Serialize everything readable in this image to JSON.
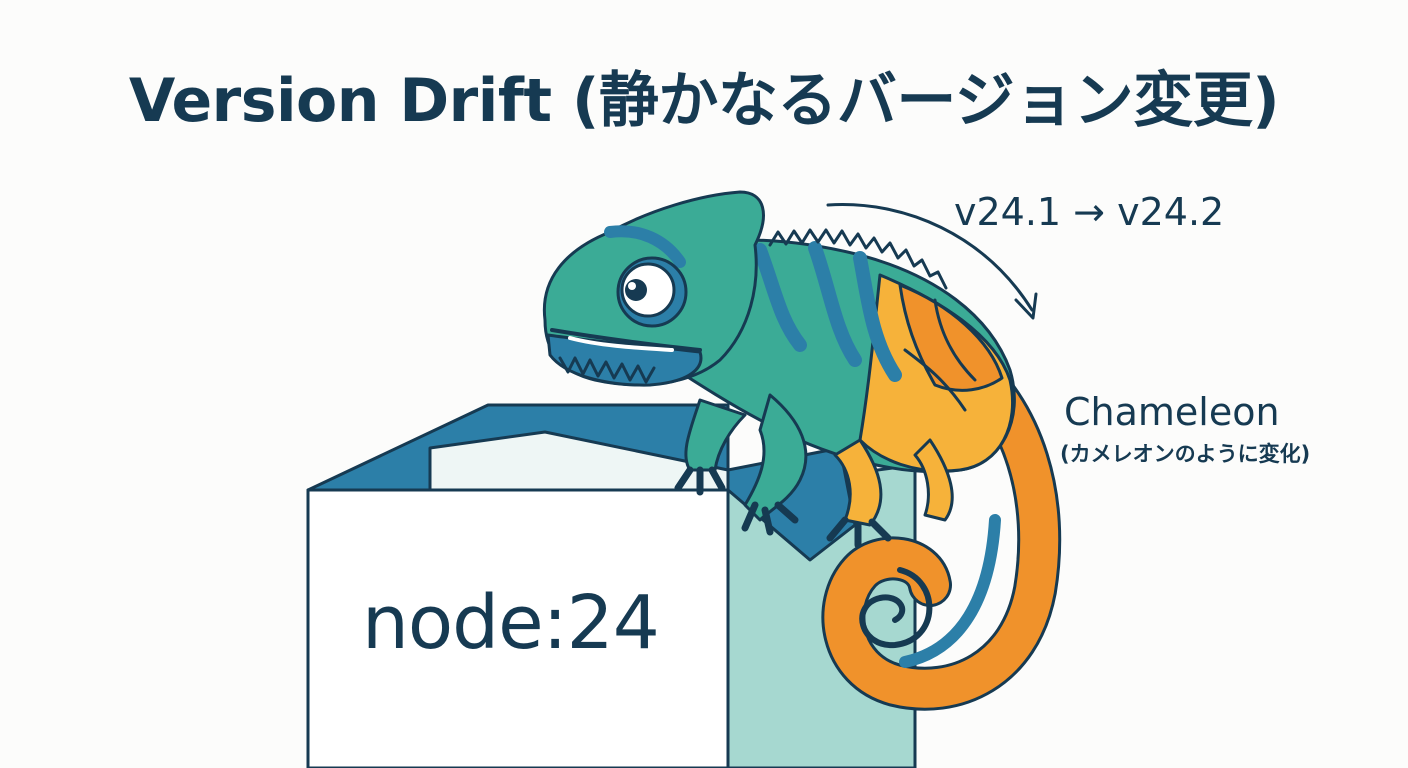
{
  "title": "Version Drift (静かなるバージョン変更)",
  "version_change": "v24.1 → v24.2",
  "character": {
    "name": "Chameleon",
    "subtitle": "(カメレオンのように変化)"
  },
  "box": {
    "label": "node:24"
  },
  "colors": {
    "outline": "#163a52",
    "teal": "#3bab96",
    "blue": "#2c7fa8",
    "orange": "#f0922b",
    "yellow": "#f6b23a",
    "box_side": "#a6d8d0"
  }
}
